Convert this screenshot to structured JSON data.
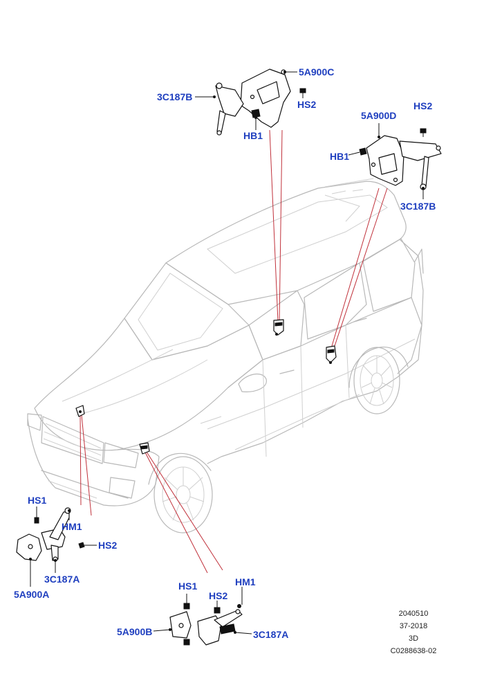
{
  "labels": {
    "rl_bracket": "5A900C",
    "rl_sensor": "3C187B",
    "rl_screw": "HS2",
    "rl_bolt": "HB1",
    "rr_bracket": "5A900D",
    "rr_screw": "HS2",
    "rr_bolt": "HB1",
    "rr_sensor": "3C187B",
    "fl_hs1": "HS1",
    "fl_hm1": "HM1",
    "fl_hs2": "HS2",
    "fl_sensor": "3C187A",
    "fl_bracket": "5A900A",
    "fr_hs1": "HS1",
    "fr_hs2": "HS2",
    "fr_hm1": "HM1",
    "fr_bracket": "5A900B",
    "fr_sensor": "3C187A"
  },
  "reference": {
    "line1": "2040510",
    "line2": "37-2018",
    "line3": "3D",
    "line4": "C0288638-02"
  },
  "colors": {
    "label_blue": "#1f3fbf",
    "leader_red": "#c0303a",
    "car_outline": "#b8b8b8"
  }
}
